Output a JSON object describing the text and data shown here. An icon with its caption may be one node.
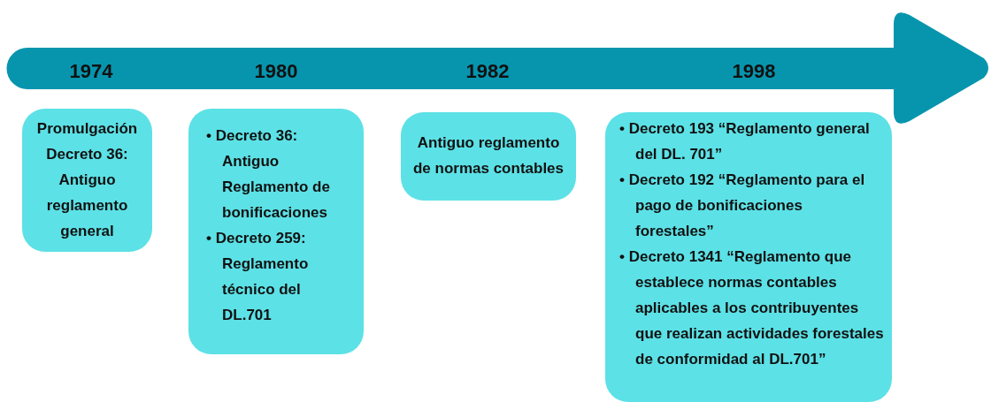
{
  "diagram": {
    "nodes": [
      {
        "text": [
          "Promulgación Decreto 36: Antiguo reglamento general"
        ]
      },
      {
        "text": [
          "• Decreto 36: Antiguo Reglamento de bonificaciones",
          "• Decreto 259: Reglamento técnico del DL.701"
        ]
      },
      {
        "text": [
          "Antiguo reglamento de normas contables"
        ]
      },
      {
        "text": [
          "• Decreto 193 “Reglamento general del DL. 701”",
          "• Decreto 192 “Reglamento para el pago de bonificaciones forestales”",
          "• Decreto 1341 “Reglamento que establece normas contables aplicables a los contribuyentes que realizan actividades forestales de conformidad al DL.701”"
        ]
      }
    ],
    "labels": [
      "1974",
      "1980",
      "1982",
      "1998"
    ]
  }
}
